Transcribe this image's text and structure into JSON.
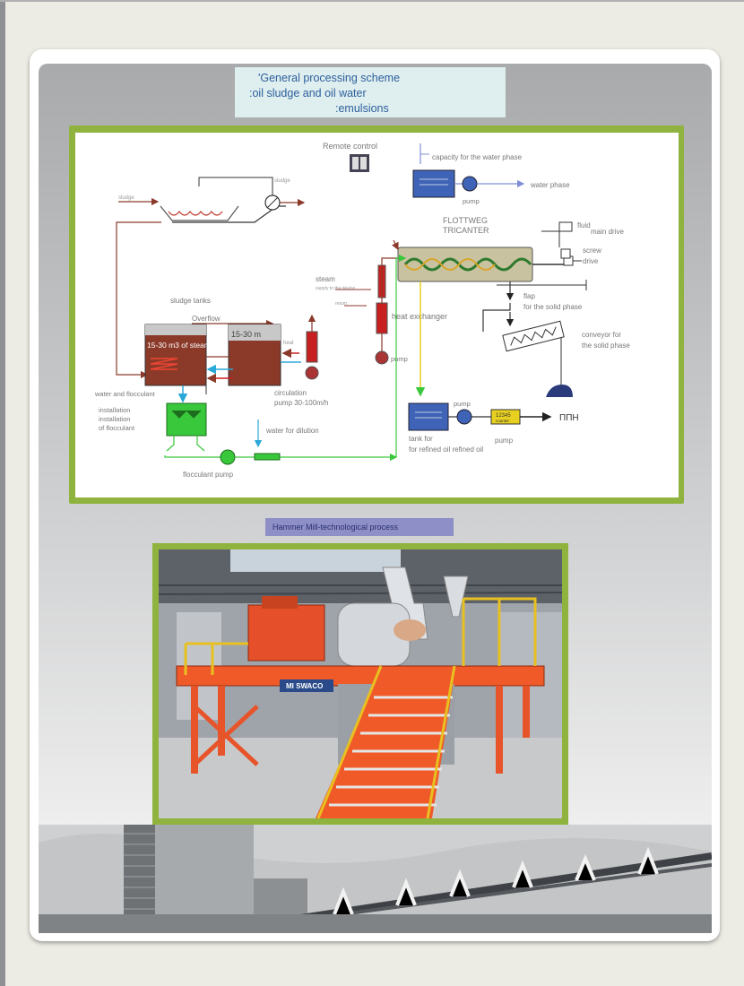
{
  "slide": {
    "title_lines": [
      "'General processing scheme",
      ":oil sludge and oil water",
      ":emulsions"
    ],
    "subtitle": "Hammer Mill-technological process"
  },
  "diagram": {
    "remote_control": "Remote control",
    "capacity_water_phase": "capacity for the water phase",
    "water_phase": "water phase",
    "pump": "pump",
    "flottweg": "FLOTTWEG",
    "tricanter": "TRICANTER",
    "main_drive_a": "fluid",
    "main_drive_b": "main drive",
    "screw": "screw",
    "drive": "drive",
    "steam": "steam",
    "steam_note": "supply to the device",
    "steam_note2": "return",
    "heat_exchanger": "heat exchanger",
    "sludge_tanks": "sludge tanks",
    "overflow": "Overflow",
    "tank1_label": "15-30 m3 of steam",
    "tank2_label": "15-30 m",
    "heater_note": "heat",
    "flap": "flap",
    "for_solid_phase": "for the solid phase",
    "conveyor_for": "conveyor for",
    "the_solid_phase": "the solid phase",
    "circulation": "circulation",
    "circulation_pump": "pump 30-100m/h",
    "water_and_flocculant": "water and flocculant",
    "installation_1": "installation",
    "installation_2": "installation",
    "installation_3": "of flocculant",
    "water_for_dilution": "water for dilution",
    "flocculant_pump": "flocculant pump",
    "tank_for": "tank for",
    "refined_oil": "for refined oil refined oil",
    "meter": "12345",
    "meter_sub": "counter",
    "pnh": "ППН",
    "sludge_in": "sludge",
    "sludge_out": "sludge"
  },
  "photo": {
    "brand_plate": "MI SWACO"
  },
  "colors": {
    "frame_green": "#8fb33e",
    "tank_brown": "#8b3a2a",
    "pump_blue": "#3f63b7",
    "flow_green": "#39c83b",
    "steel_orange": "#e8542a"
  }
}
